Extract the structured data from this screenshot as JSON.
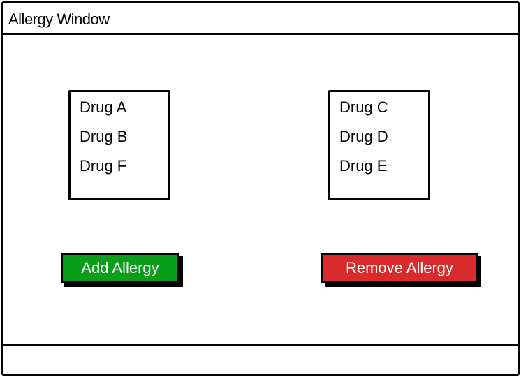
{
  "window": {
    "title": "Allergy Window"
  },
  "left_list": {
    "items": [
      "Drug A",
      "Drug B",
      "Drug F"
    ]
  },
  "right_list": {
    "items": [
      "Drug C",
      "Drug D",
      "Drug E"
    ]
  },
  "buttons": {
    "add_label": "Add Allergy",
    "remove_label": "Remove Allergy"
  },
  "colors": {
    "add_button": "#0a9e1a",
    "remove_button": "#d92b2b",
    "border": "#000000",
    "button_text": "#ffffff"
  }
}
